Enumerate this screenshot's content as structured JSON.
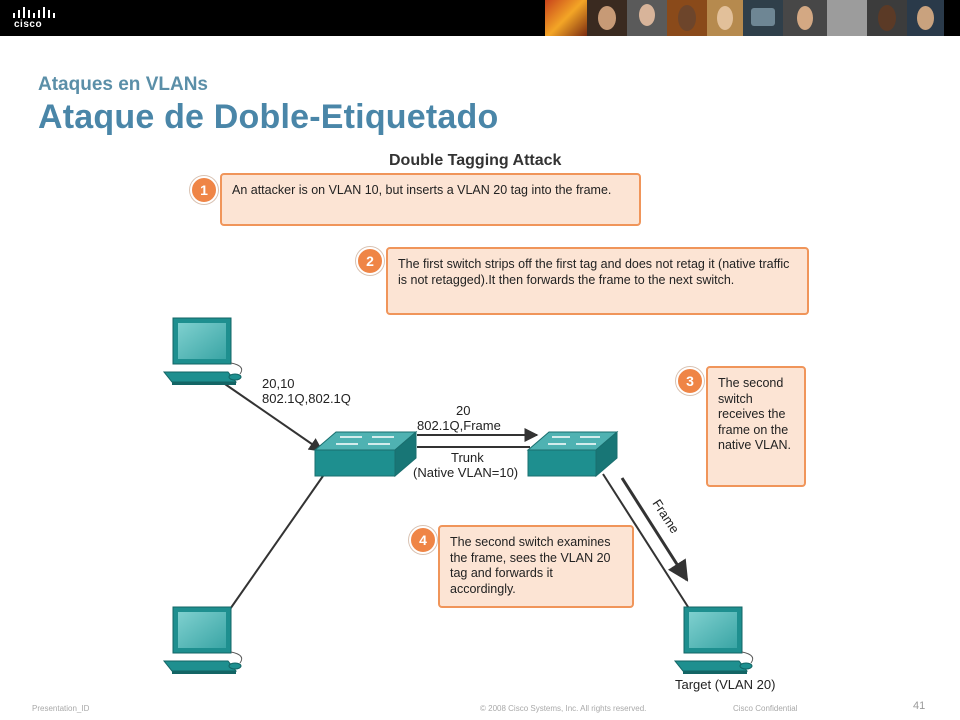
{
  "header": {
    "logo_text": "cisco"
  },
  "slide": {
    "subtitle": "Ataques en VLANs",
    "title": "Ataque de Doble-Etiquetado"
  },
  "diagram": {
    "title": "Double Tagging Attack",
    "steps": [
      {
        "number": "1",
        "text": "An attacker is on VLAN 10, but inserts a VLAN 20 tag into the frame."
      },
      {
        "number": "2",
        "text": "The first switch strips off the first tag and  does not retag it (native traffic is not retagged).It then forwards the frame to  the next switch."
      },
      {
        "number": "3",
        "text": "The second switch receives  the frame on the native VLAN."
      },
      {
        "number": "4",
        "text": "The second switch examines  the frame, sees the VLAN 20 tag and forwards it accordingly."
      }
    ],
    "labels": {
      "attacker_tags_line1": "20,10",
      "attacker_tags_line2": "802.1Q,802.1Q",
      "trunk_frame_line1": "20",
      "trunk_frame_line2": "802.1Q,Frame",
      "trunk_line1": "Trunk",
      "trunk_line2": "(Native VLAN=10)",
      "frame": "Frame",
      "target": "Target (VLAN 20)"
    },
    "colors": {
      "callout_border": "#f0955a",
      "callout_fill": "#fce4d4",
      "badge": "#ef8546",
      "device_teal": "#1e8f8f",
      "title_blue": "#4a86a8"
    }
  },
  "footer": {
    "presentation_id": "Presentation_ID",
    "copyright": "© 2008 Cisco Systems, Inc. All rights reserved.",
    "confidential": "Cisco Confidential",
    "page_number": "41"
  }
}
